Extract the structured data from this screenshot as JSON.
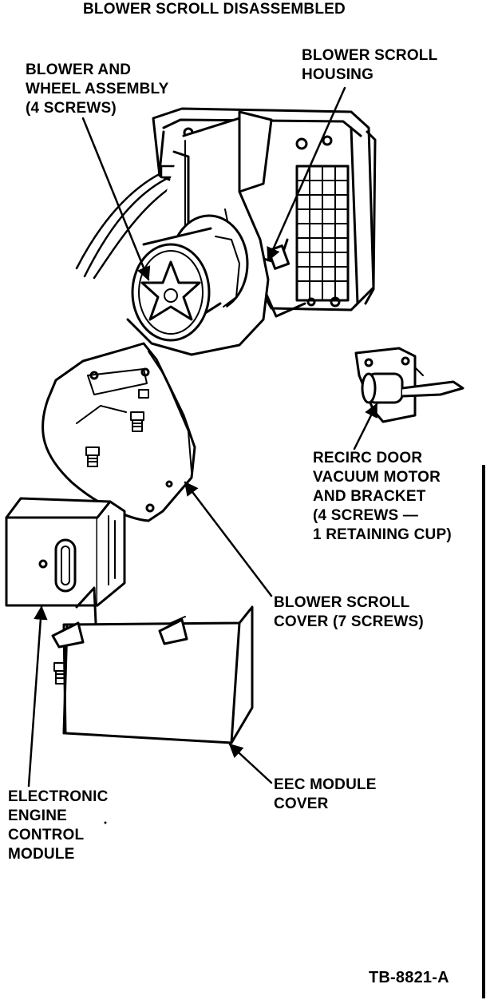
{
  "title": "BLOWER SCROLL DISASSEMBLED",
  "labels": {
    "blower_wheel": [
      "BLOWER AND",
      "WHEEL ASSEMBLY",
      "(4 SCREWS)"
    ],
    "scroll_housing": [
      "BLOWER SCROLL",
      "HOUSING"
    ],
    "recirc_motor": [
      "RECIRC DOOR",
      "VACUUM MOTOR",
      "AND BRACKET",
      "(4 SCREWS —",
      "1 RETAINING CUP)"
    ],
    "scroll_cover": [
      "BLOWER SCROLL",
      "COVER (7 SCREWS)"
    ],
    "eec_cover": [
      "EEC MODULE",
      "COVER"
    ],
    "eec_module": [
      "ELECTRONIC",
      "ENGINE",
      "CONTROL",
      "MODULE"
    ]
  },
  "reference": "TB-8821-A"
}
